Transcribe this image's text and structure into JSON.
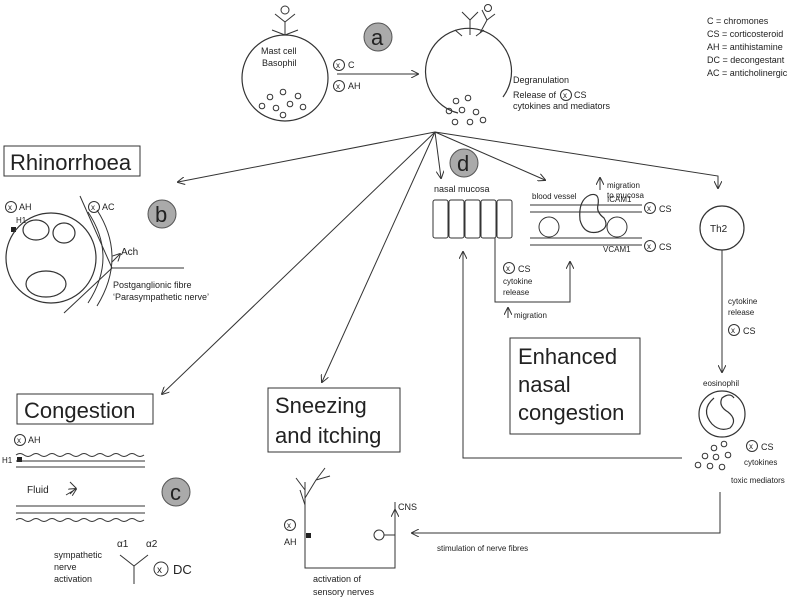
{
  "legend": [
    "C = chromones",
    "CS = corticosteroid",
    "AH = antihistamine",
    "DC = decongestant",
    "AC = anticholinergic"
  ],
  "panel_labels": {
    "a": "a",
    "b": "b",
    "c": "c",
    "d": "d"
  },
  "inhibit_symbol": "x",
  "mast_cell": {
    "line1": "Mast cell",
    "line2": "Basophil",
    "drug_c": "C",
    "drug_ah": "AH"
  },
  "degranulation": {
    "line1": "Degranulation",
    "line2": "Release of",
    "drug": "CS",
    "line3": "cytokines and mediators"
  },
  "rhinorrhoea": {
    "title": "Rhinorrhoea",
    "drug_ah": "AH",
    "h1": "H1",
    "drug_ac": "AC",
    "ach": "Ach",
    "fibre1": "Postganglionic fibre",
    "fibre2": "‘Parasympathetic nerve’"
  },
  "congestion": {
    "title": "Congestion",
    "drug_ah": "AH",
    "h1": "H1",
    "fluid": "Fluid",
    "a1": "α1",
    "a2": "α2",
    "symp1": "sympathetic",
    "symp2": "nerve",
    "symp3": "activation",
    "drug_dc": "DC"
  },
  "sneezing": {
    "title1": "Sneezing",
    "title2": "and itching",
    "drug_ah": "AH",
    "cns": "CNS",
    "act1": "activation of",
    "act2": "sensory nerves"
  },
  "nasal_mucosa": {
    "label": "nasal mucosa",
    "blood_vessel": "blood vessel",
    "mig1": "migration",
    "mig2": "to mucosa",
    "icam": "ICAM1",
    "vcam": "VCAM1",
    "drug_icam": "CS",
    "drug_vcam": "CS",
    "drug_release": "CS",
    "cyto1": "cytokine",
    "cyto2": "release",
    "migration": "migration"
  },
  "th2": {
    "label": "Th2",
    "cyto1": "cytokine",
    "cyto2": "release",
    "drug": "CS"
  },
  "enhanced": {
    "line1": "Enhanced",
    "line2": "nasal",
    "line3": "congestion"
  },
  "eosinophil": {
    "label": "eosinophil",
    "drug": "CS",
    "cytokines": "cytokines",
    "toxic": "toxic mediators",
    "stimulation": "stimulation of nerve fibres"
  }
}
